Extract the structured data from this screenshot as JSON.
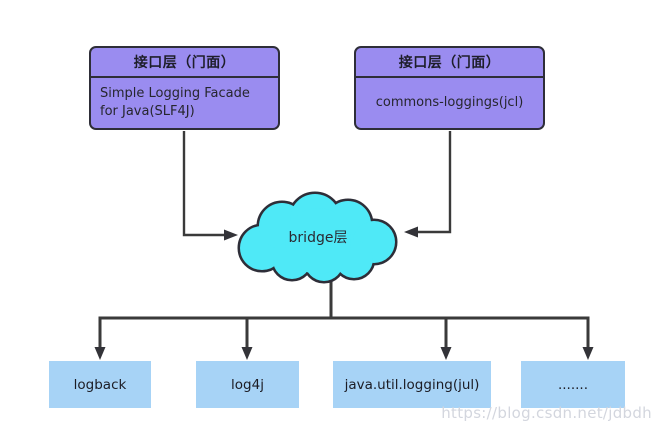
{
  "diagram": {
    "facade_left": {
      "header": "接口层（门面）",
      "body": "Simple Logging Facade for Java(SLF4J)"
    },
    "facade_right": {
      "header": "接口层（门面）",
      "body": "commons-loggings(jcl)"
    },
    "bridge": {
      "label": "bridge层"
    },
    "implementations": [
      {
        "label": "logback"
      },
      {
        "label": "log4j"
      },
      {
        "label": "java.util.logging(jul)"
      },
      {
        "label": "......."
      }
    ],
    "watermark": "https://blog.csdn.net/jdbdh",
    "colors": {
      "facade_fill": "#9a8cf0",
      "bridge_fill": "#4fe9f7",
      "impl_fill": "#a7d3f6",
      "line": "#3a3a3a",
      "border": "#2e2e38",
      "watermark_text": "#d3d6de",
      "background": "#ffffff"
    }
  }
}
